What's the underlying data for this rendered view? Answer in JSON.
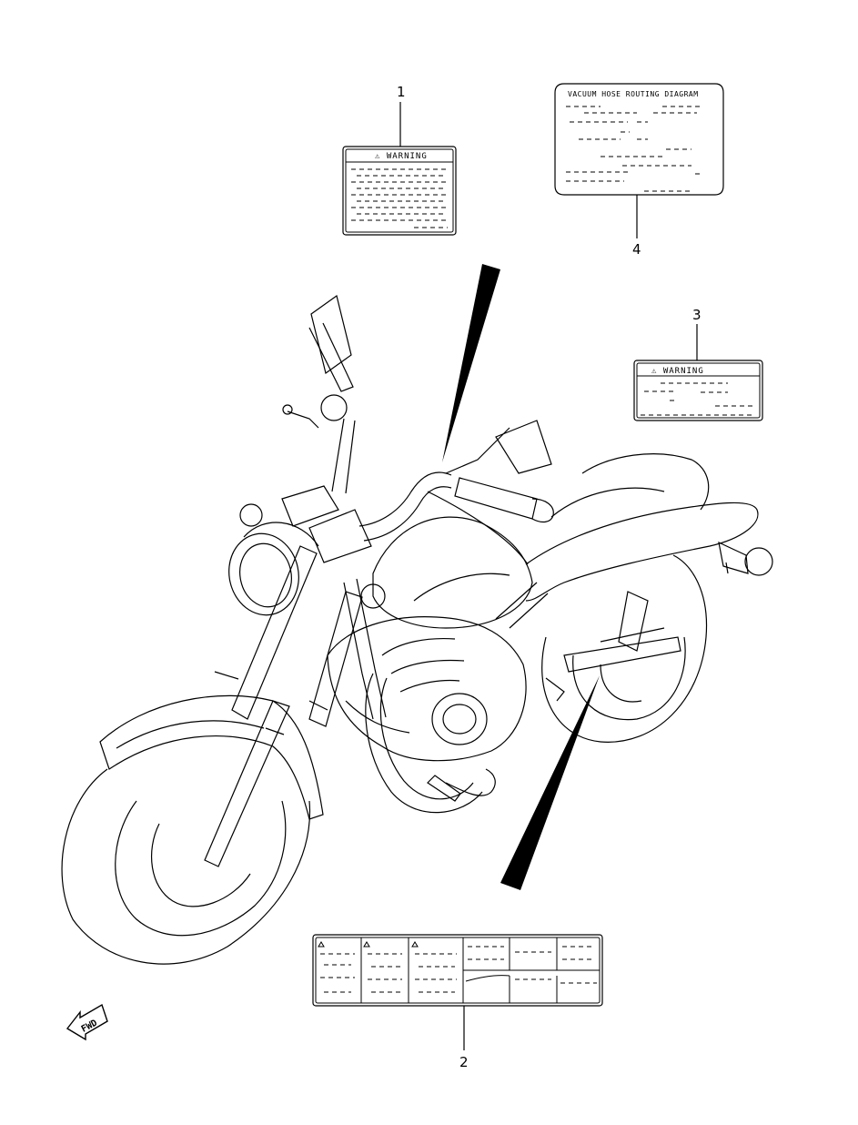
{
  "callouts": [
    {
      "id": "1",
      "label": "1"
    },
    {
      "id": "2",
      "label": "2"
    },
    {
      "id": "3",
      "label": "3"
    },
    {
      "id": "4",
      "label": "4"
    }
  ],
  "labels": {
    "warning_1": "⚠ WARNING",
    "hose_routing_4": "VACUUM HOSE ROUTING DIAGRAM",
    "warning_3": "⚠ WARNING"
  },
  "forward_marker": "FWD"
}
